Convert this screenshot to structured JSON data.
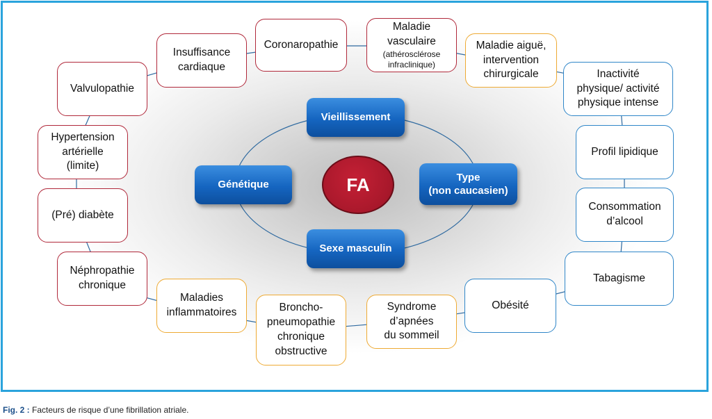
{
  "center": {
    "label": "FA"
  },
  "core_factors": {
    "top": "Vieillissement",
    "left": "Génétique",
    "right": "Type\n(non caucasien)",
    "bottom": "Sexe masculin"
  },
  "outer_factors": {
    "coronaropathie": "Coronaropathie",
    "maladie_vasculaire": "Maladie\nvasculaire",
    "maladie_vasculaire_note": "(athérosclérose\ninfraclinique)",
    "maladie_aigue": "Maladie aiguë,\nintervention\nchirurgicale",
    "inactivite": "Inactivité\nphysique/ activité\nphysique intense",
    "profil_lipidique": "Profil lipidique",
    "alcool": "Consommation\nd’alcool",
    "tabagisme": "Tabagisme",
    "obesite": "Obésité",
    "apnees": "Syndrome\nd’apnées\ndu sommeil",
    "bpco": "Broncho-\npneumopathie\nchronique\nobstructive",
    "maladies_inflammatoires": "Maladies\ninflammatoires",
    "nephropathie": "Néphropathie\nchronique",
    "diabete": "(Pré) diabète",
    "hypertension": "Hypertension\nartérielle\n(limite)",
    "valvulopathie": "Valvulopathie",
    "insuffisance_cardiaque": "Insuffisance\ncardiaque"
  },
  "caption": {
    "label": "Fig. 2 :",
    "text": " Facteurs de risque d’une fibrillation atriale."
  },
  "colors": {
    "frame": "#2aa3dc",
    "cardiac_border": "#b0283a",
    "acute_border": "#eeaa33",
    "lifestyle_border": "#2f86c8",
    "core_fill": "#1565c0",
    "center_fill": "#a8182b"
  }
}
